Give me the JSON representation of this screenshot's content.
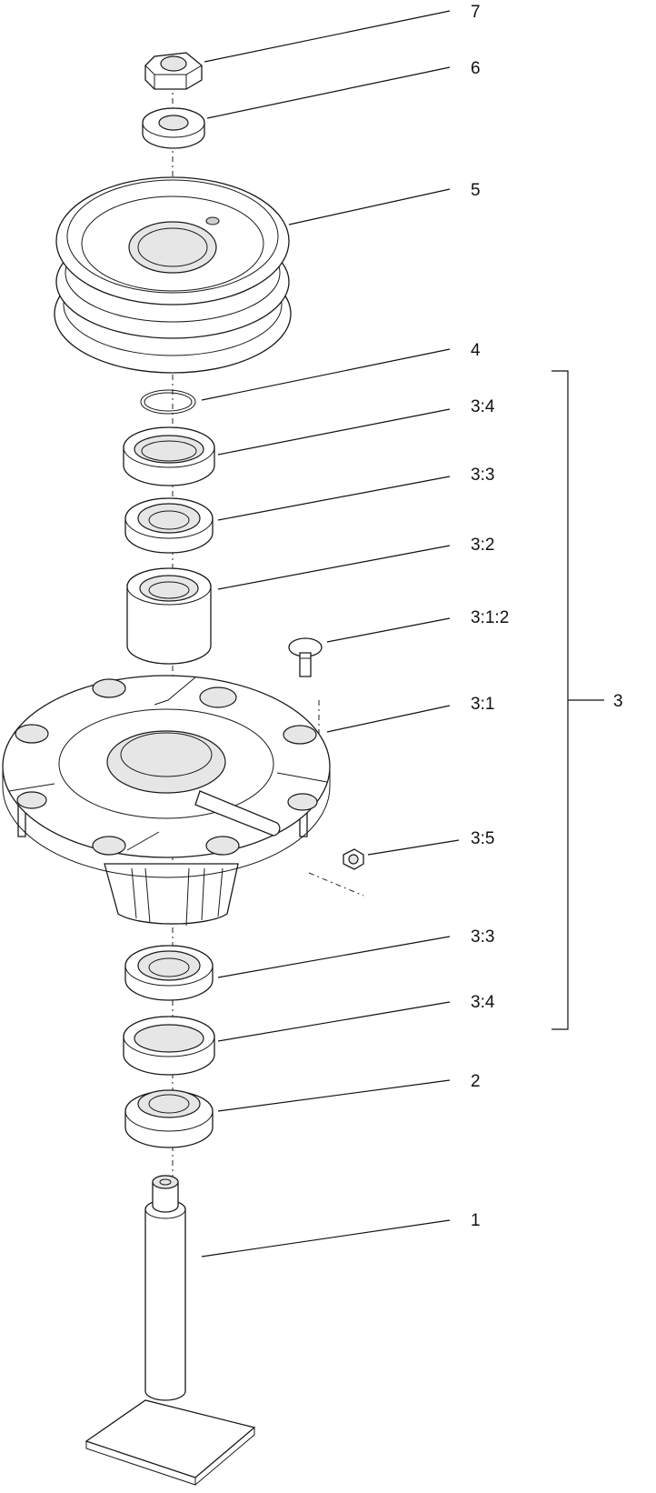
{
  "callouts": {
    "p7": "7",
    "p6": "6",
    "p5": "5",
    "p4": "4",
    "p3_4_top": "3:4",
    "p3_3_top": "3:3",
    "p3_2": "3:2",
    "p3_1_2": "3:1:2",
    "p3_1": "3:1",
    "p3_5": "3:5",
    "p3_3_bottom": "3:3",
    "p3_4_bottom": "3:4",
    "p2": "2",
    "p1": "1",
    "p3_group": "3"
  }
}
